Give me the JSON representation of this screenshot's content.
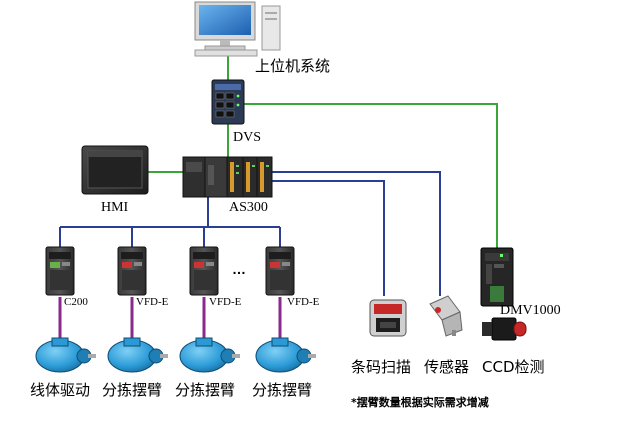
{
  "labels": {
    "host": "上位机系统",
    "dvs": "DVS",
    "hmi": "HMI",
    "plc": "AS300",
    "drive1": "C200",
    "drive2": "VFD-E",
    "drive3": "VFD-E",
    "drive4": "VFD-E",
    "ellipsis": "…",
    "dmv": "DMV1000",
    "motor1": "线体驱动",
    "motor2": "分拣摆臂",
    "motor3": "分拣摆臂",
    "motor4": "分拣摆臂",
    "scanner": "条码扫描",
    "sensor": "传感器",
    "ccd": "CCD检测",
    "note": "*摆臂数量根据实际需求增减"
  },
  "colors": {
    "ethernet_green": "#3aa63a",
    "fieldbus_blue": "#2a3f93",
    "motor_cable_purple": "#8a2a8a",
    "motor_blue": "#2a9ad6",
    "device_dark": "#2b2b2b"
  },
  "icons": [
    "computer-icon",
    "switch-icon",
    "hmi-icon",
    "plc-icon",
    "drive-icon",
    "motor-icon",
    "scanner-icon",
    "sensor-icon",
    "vision-controller-icon",
    "camera-icon"
  ]
}
